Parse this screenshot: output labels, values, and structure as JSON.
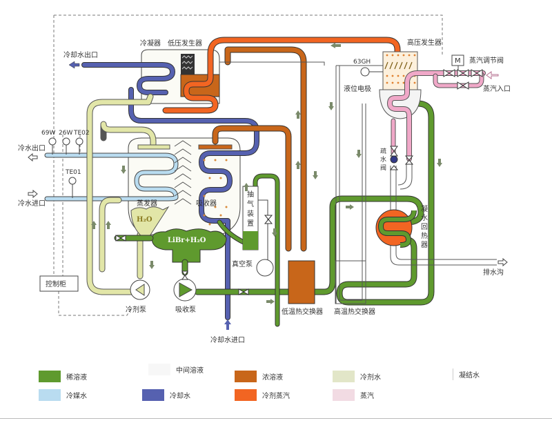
{
  "colors": {
    "dilute_solution": "#5f9a2e",
    "intermediate_solution": "#f2f2f2",
    "concentrated_solution": "#c8661a",
    "refrigerant_water": "#e2e6a8",
    "condensate": "#ffffff",
    "chilled_water": "#b9dcf0",
    "cooling_water": "#5661b0",
    "refrigerant_vapor": "#f26522",
    "steam": "#f0a8c8",
    "steam_swatch": "#f2dbe3"
  },
  "components": {
    "condenser": "冷凝器",
    "low_pressure_generator": "低压发生器",
    "high_pressure_generator": "高压发生器",
    "evaporator": "蒸发器",
    "absorber": "吸收器",
    "purge_unit": "抽气装置",
    "vacuum_pump": "真空泵",
    "refrigerant_pump": "冷剂泵",
    "absorbent_pump": "吸收泵",
    "low_temp_hx": "低温热交换器",
    "high_temp_hx": "高温热交换器",
    "condensate_reheater": "凝水回热器",
    "drain_valve": "疏水阀",
    "steam_control_valve": "蒸汽调节阀",
    "level_electrode": "液位电极",
    "control_cabinet": "控制柜",
    "motor": "M",
    "h2o": "H₂O",
    "libr": "LiBr+H₂O"
  },
  "ports": {
    "cooling_water_out": "冷却水出口",
    "cooling_water_in": "冷却水进口",
    "chilled_water_out": "冷水出口",
    "chilled_water_in": "冷水进口",
    "steam_in": "蒸汽入口",
    "drain": "排水沟"
  },
  "sensors": [
    "69W",
    "26W",
    "TE02",
    "TE01",
    "63GH"
  ],
  "legend": [
    {
      "label": "稀溶液",
      "color": "#5f9a2e"
    },
    {
      "label": "中间溶液",
      "color": "#f4f4f4"
    },
    {
      "label": "浓溶液",
      "color": "#c8661a"
    },
    {
      "label": "冷剂水",
      "color": "#e2e6c8"
    },
    {
      "label": "凝结水",
      "color": "#ffffff"
    },
    {
      "label": "冷媒水",
      "color": "#b9dcf0"
    },
    {
      "label": "冷却水",
      "color": "#5661b0"
    },
    {
      "label": "冷剂蒸汽",
      "color": "#f26522"
    },
    {
      "label": "蒸汽",
      "color": "#f2dbe3"
    }
  ]
}
